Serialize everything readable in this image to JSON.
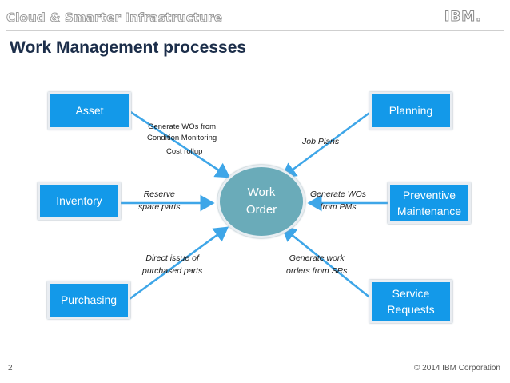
{
  "header": {
    "banner": "Cloud & Smarter Infrastructure",
    "logo": "IBM.",
    "title": "Work Management processes"
  },
  "center": {
    "line1": "Work",
    "line2": "Order"
  },
  "boxes": {
    "asset": "Asset",
    "inventory": "Inventory",
    "purchasing": "Purchasing",
    "planning": "Planning",
    "preventive_line1": "Preventive",
    "preventive_line2": "Maintenance",
    "service_line1": "Service",
    "service_line2": "Requests"
  },
  "labels": {
    "asset_line1": "Generate WOs from",
    "asset_line2": "Condition Monitoring",
    "asset_line3": "Cost rollup",
    "inventory_line1": "Reserve",
    "inventory_line2": "spare parts",
    "purchasing_line1": "Direct issue of",
    "purchasing_line2": "purchased parts",
    "planning": "Job Plans",
    "preventive_line1": "Generate WOs",
    "preventive_line2": "from PMs",
    "service_line1": "Generate work",
    "service_line2": "orders from SRs"
  },
  "footer": {
    "page_number": "2",
    "copyright": "© 2014 IBM Corporation"
  },
  "colors": {
    "box": "#1399e9",
    "center": "#6aabb9",
    "arrow": "#3ea6e8",
    "title": "#1c2e4a"
  }
}
